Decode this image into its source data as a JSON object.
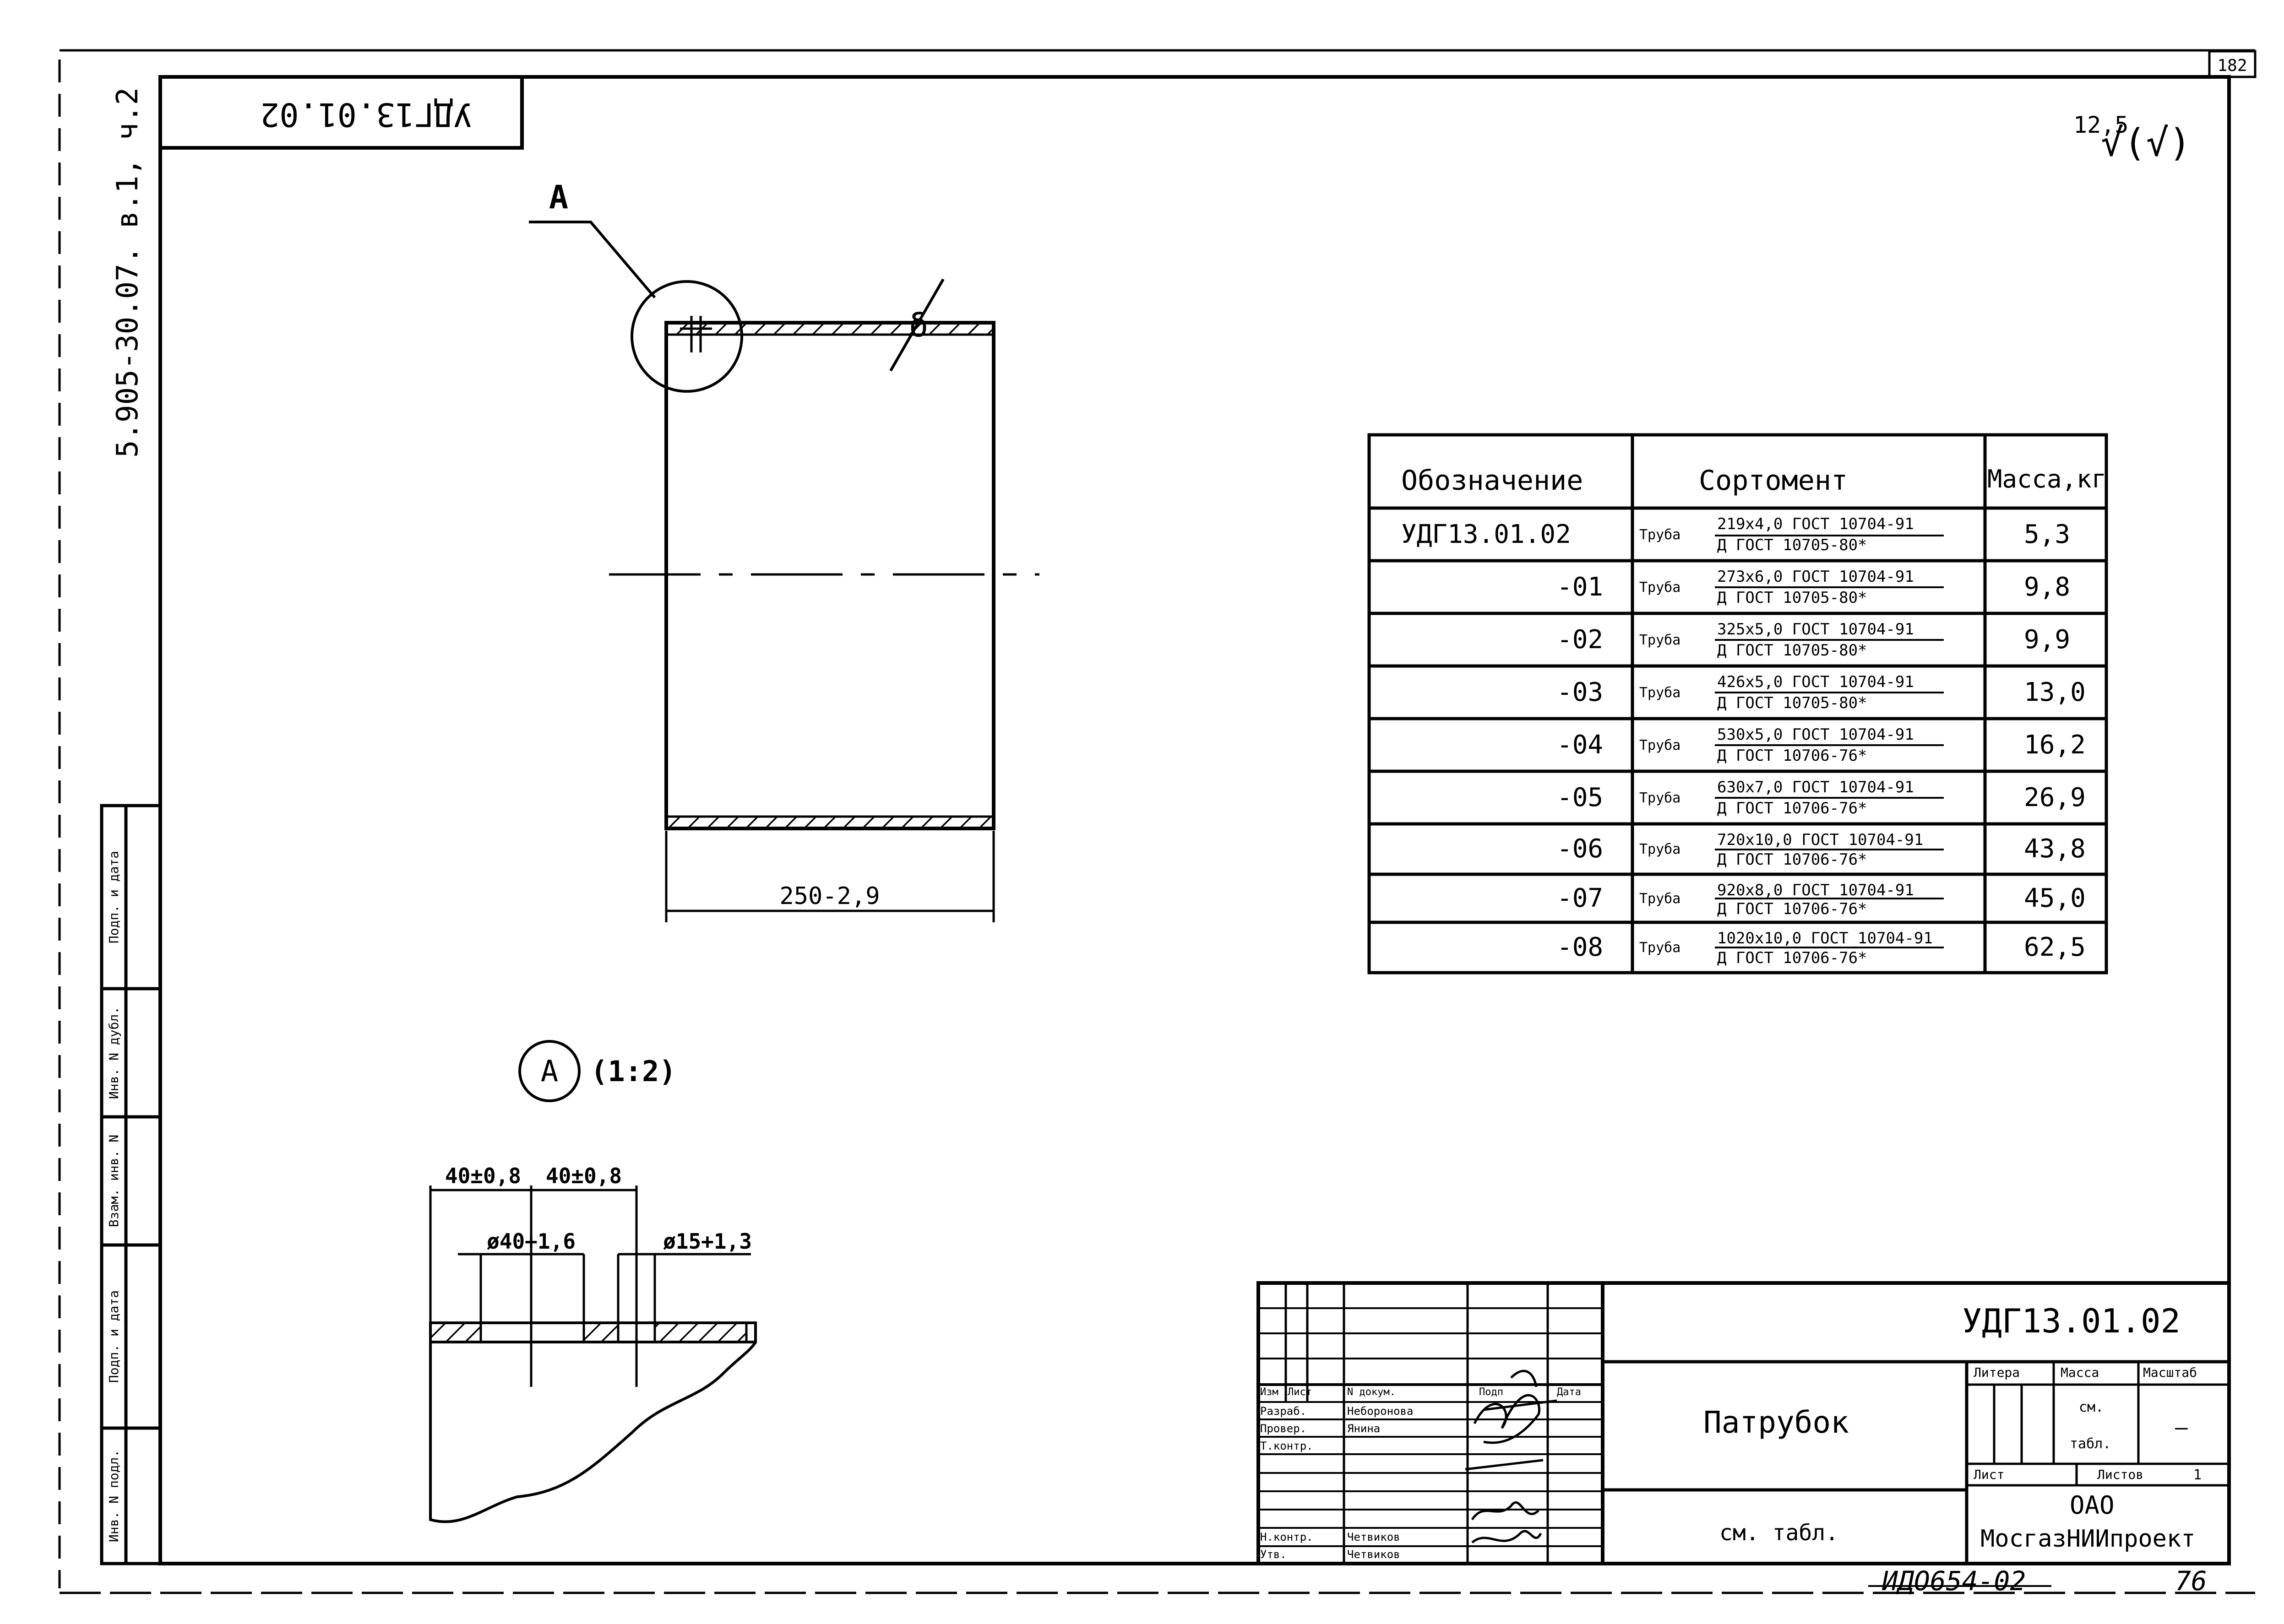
{
  "sheet_number": "182",
  "series_designation": "5.905-30.07. в.1, ч.2",
  "rotated_designation": "УДГ13.01.02",
  "roughness": {
    "value": "12,5",
    "symbol": "√(√)"
  },
  "view_label": "А",
  "detail_view": {
    "letter": "А",
    "scale": "(1:2)"
  },
  "main_dimension": "250-2,9",
  "detail_dims": {
    "spacing_left": "40±0,8",
    "spacing_right": "40±0,8",
    "hole_large": "ø40+1,6",
    "hole_small": "ø15+1,3"
  },
  "table": {
    "headers": [
      "Обозначение",
      "Сортомент",
      "Масса,кг"
    ],
    "rows": [
      {
        "code": "УДГ13.01.02",
        "kind": "Труба",
        "top": "219х4,0 ГОСТ 10704-91",
        "bottom": "Д ГОСТ 10705-80*",
        "mass": "5,3"
      },
      {
        "code": "-01",
        "kind": "Труба",
        "top": "273х6,0 ГОСТ 10704-91",
        "bottom": "Д ГОСТ 10705-80*",
        "mass": "9,8"
      },
      {
        "code": "-02",
        "kind": "Труба",
        "top": "325х5,0 ГОСТ 10704-91",
        "bottom": "Д ГОСТ 10705-80*",
        "mass": "9,9"
      },
      {
        "code": "-03",
        "kind": "Труба",
        "top": "426х5,0 ГОСТ 10704-91",
        "bottom": "Д ГОСТ 10705-80*",
        "mass": "13,0"
      },
      {
        "code": "-04",
        "kind": "Труба",
        "top": "530х5,0 ГОСТ 10704-91",
        "bottom": "Д ГОСТ 10706-76*",
        "mass": "16,2"
      },
      {
        "code": "-05",
        "kind": "Труба",
        "top": "630х7,0 ГОСТ 10704-91",
        "bottom": "Д ГОСТ 10706-76*",
        "mass": "26,9"
      },
      {
        "code": "-06",
        "kind": "Труба",
        "top": "720х10,0 ГОСТ 10704-91",
        "bottom": "Д ГОСТ 10706-76*",
        "mass": "43,8"
      },
      {
        "code": "-07",
        "kind": "Труба",
        "top": "920х8,0 ГОСТ 10704-91",
        "bottom": "Д ГОСТ 10706-76*",
        "mass": "45,0"
      },
      {
        "code": "-08",
        "kind": "Труба",
        "top": "1020х10,0 ГОСТ 10704-91",
        "bottom": "Д ГОСТ 10706-76*",
        "mass": "62,5"
      }
    ]
  },
  "side_stamp": [
    "Подп. и дата",
    "Инв. N дубл.",
    "Взам. инв. N",
    "Подп. и дата",
    "Инв. N подл."
  ],
  "title_block": {
    "designation": "УДГ13.01.02",
    "part_name": "Патрубок",
    "material": "см. табл.",
    "headers": {
      "izm": "Изм",
      "list": "Лист",
      "doc": "N докум.",
      "sign": "Подп",
      "date": "Дата"
    },
    "roles": [
      {
        "role": "Разраб.",
        "name": "Неборонова"
      },
      {
        "role": "Провер.",
        "name": "Янина"
      },
      {
        "role": "Т.контр.",
        "name": ""
      },
      {
        "role": "Н.контр.",
        "name": "Четвиков"
      },
      {
        "role": "Утв.",
        "name": "Четвиков"
      }
    ],
    "litera_label": "Литера",
    "mass_label": "Масса",
    "scale_label": "Масштаб",
    "mass_value": "см.",
    "mass_value2": "табл.",
    "scale_value": "–",
    "sheet_label": "Лист",
    "sheets_label": "Листов",
    "sheets_value": "1",
    "org_line1": "ОАО",
    "org_line2": "МосгазНИИпроект"
  },
  "archive_number": "ИДО654-02",
  "page_number": "76"
}
